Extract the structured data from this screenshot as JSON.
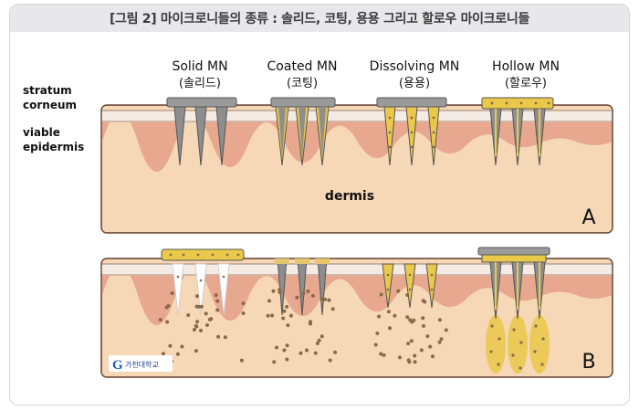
{
  "caption": "[그림 2] 마이크로니들의 종류 : 솔리드, 코팅, 용용 그리고 할로우 마이크로니들",
  "layer_labels": {
    "stratum_1": "stratum",
    "stratum_2": "corneum",
    "viable_1": "viable",
    "viable_2": "epidermis"
  },
  "needle_types": [
    {
      "en": "Solid MN",
      "ko": "(솔리드)"
    },
    {
      "en": "Coated MN",
      "ko": "(코팅)"
    },
    {
      "en": "Dissolving MN",
      "ko": "(용용)"
    },
    {
      "en": "Hollow MN",
      "ko": "(할로우)"
    }
  ],
  "dermis_label": "dermis",
  "panel_a": "A",
  "panel_b": "B",
  "logo_text": "가천대학교",
  "colors": {
    "dermis": "#f6d7b6",
    "epidermis": "#e8a890",
    "stratum": "#f4ece4",
    "needle": "#8e8e8e",
    "drug": "#e9c84a",
    "dot": "#8a6a48"
  }
}
